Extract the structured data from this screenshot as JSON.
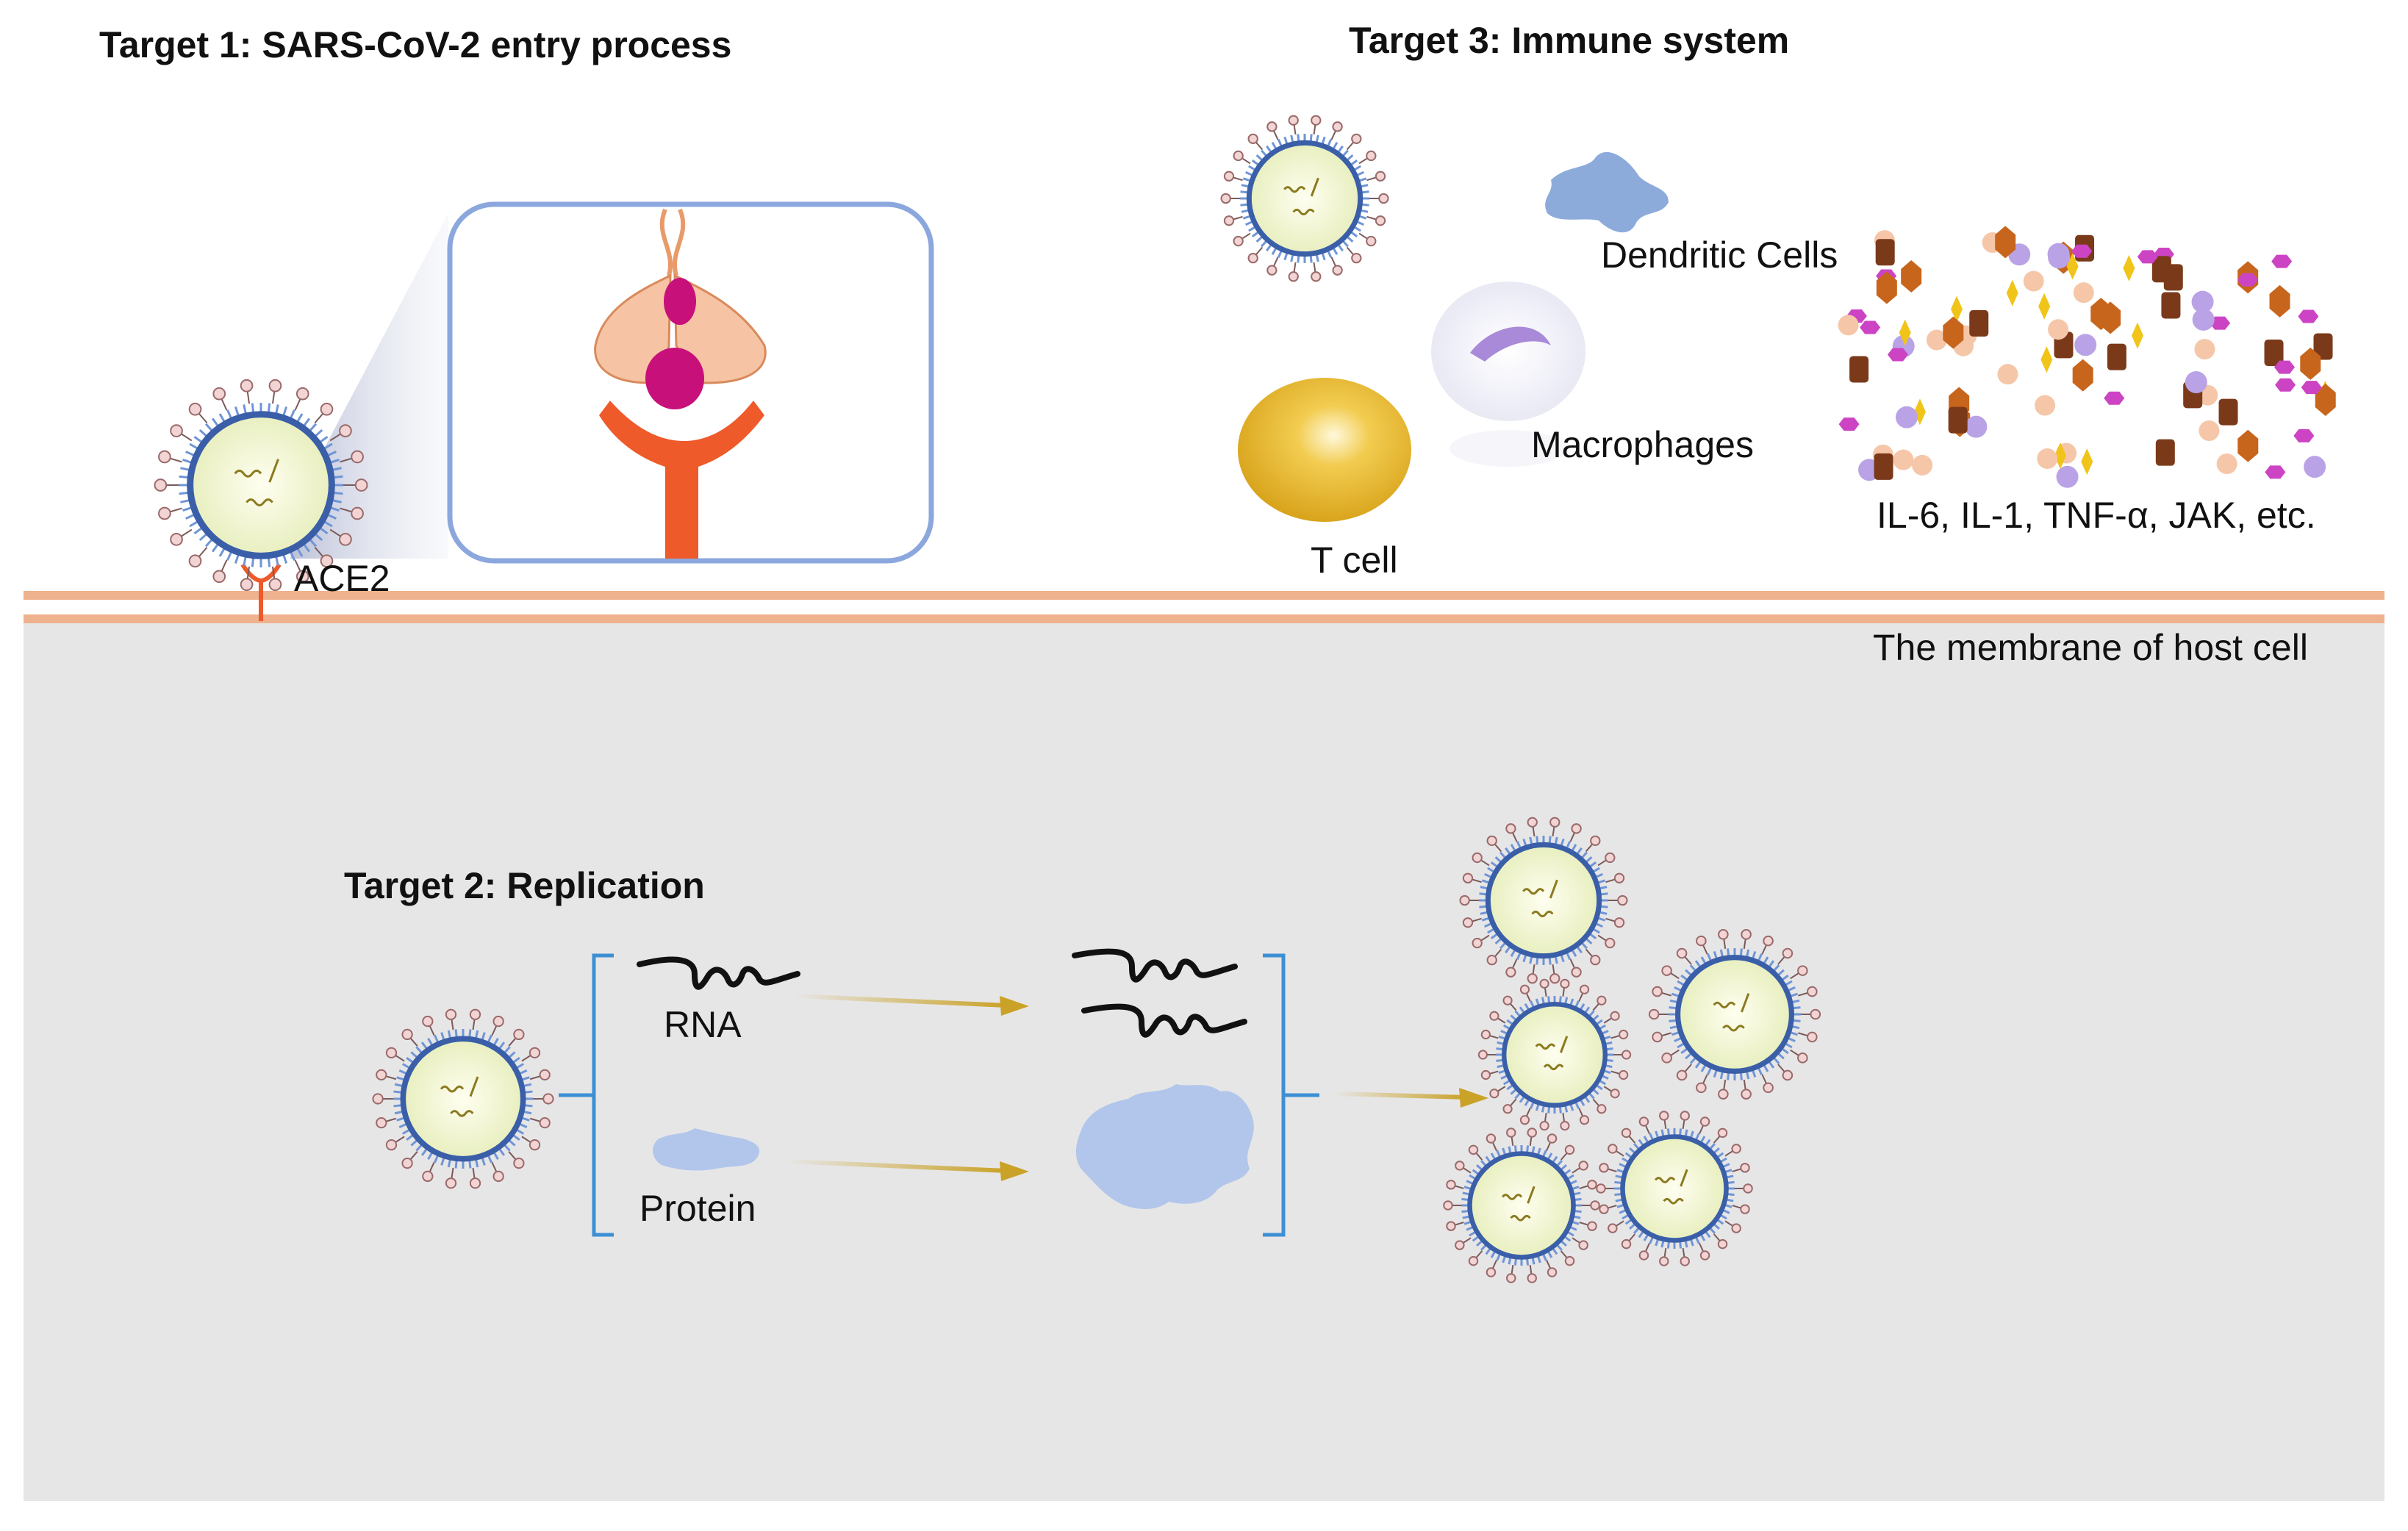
{
  "titles": {
    "target1": "Target 1: SARS-CoV-2 entry process",
    "target2": "Target 2: Replication",
    "target3": "Target 3: Immune system"
  },
  "labels": {
    "ace2": "ACE2",
    "membrane": "The membrane of host cell",
    "dendritic": "Dendritic Cells",
    "macrophages": "Macrophages",
    "tcell": "T cell",
    "cytokines": "IL-6, IL-1, TNF-α, JAK, etc.",
    "rna": "RNA",
    "protein": "Protein"
  },
  "colors": {
    "membrane": "#eeb28e",
    "cytoplasm": "#e7e6e7",
    "virus_envelope": "#3a5fa8",
    "receptor": "#ee5a2a",
    "spike_body": "#f6c4a4",
    "spike_core": "#c8107a",
    "panel_border": "#8ba7dd",
    "arrow": "#c9a227",
    "protein": "#b1c6ea",
    "tcell": "#e6b52a",
    "dendritic": "#8cabdb"
  },
  "icons": {
    "virion": "sars-cov-2-virion-icon",
    "receptor": "ace2-receptor-icon",
    "spike": "spike-protein-icon",
    "dendritic": "dendritic-cell-icon",
    "macrophage": "macrophage-icon",
    "tcell": "t-cell-icon",
    "cytokine": "cytokine-particle-icon",
    "rna": "rna-strand-icon",
    "protein": "protein-blob-icon",
    "arrow": "arrow-icon"
  }
}
